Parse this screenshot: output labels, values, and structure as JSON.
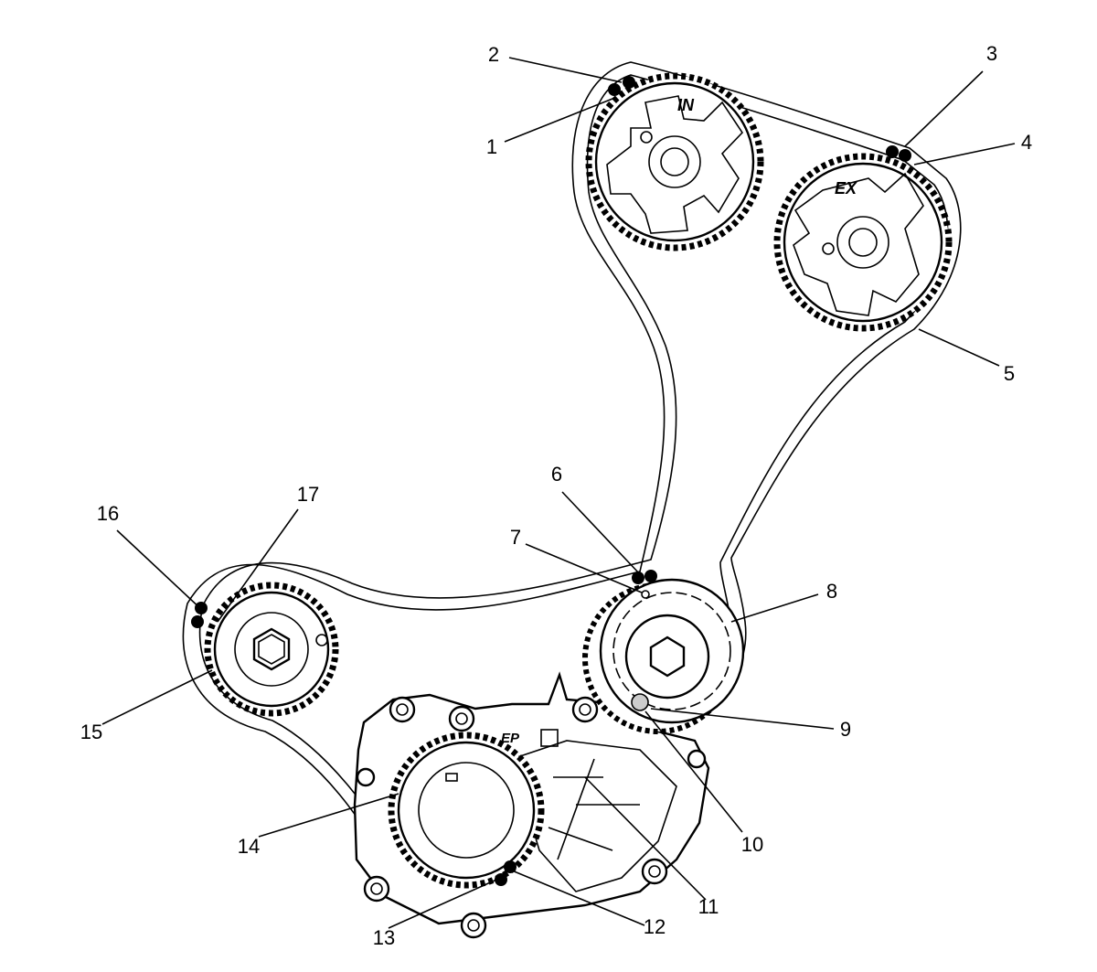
{
  "callouts": {
    "c1": "1",
    "c2": "2",
    "c3": "3",
    "c4": "4",
    "c5": "5",
    "c6": "6",
    "c7": "7",
    "c8": "8",
    "c9": "9",
    "c10": "10",
    "c11": "11",
    "c12": "12",
    "c13": "13",
    "c14": "14",
    "c15": "15",
    "c16": "16",
    "c17": "17"
  },
  "markings": {
    "intake": "IN",
    "exhaust": "EX",
    "pump": "EP"
  },
  "colors": {
    "line": "#000000",
    "background": "#ffffff"
  }
}
